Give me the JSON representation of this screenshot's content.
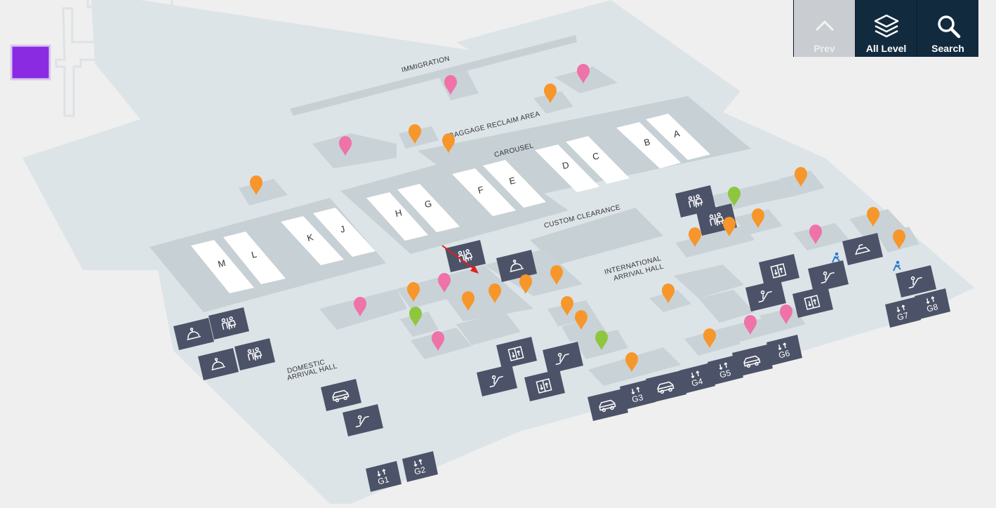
{
  "toolbar": {
    "prev_label": "Prev",
    "all_level_label": "All Level",
    "search_label": "Search",
    "prev_icon": "chevron-up-icon",
    "all_level_icon": "layers-icon",
    "search_icon": "search-icon"
  },
  "map": {
    "area_labels": {
      "immigration": "IMMIGRATION",
      "baggage_reclaim": "BAGGAGE RECLAIM AREA",
      "carousel": "CAROUSEL",
      "custom_clearance": "CUSTOM CLEARANCE",
      "international_arrival_line1": "INTERNATIONAL",
      "international_arrival_line2": "ARRIVAL HALL",
      "domestic_arrival_line1": "DOMESTIC",
      "domestic_arrival_line2": "ARRIVAL HALL"
    },
    "carousels": [
      "M",
      "L",
      "K",
      "J",
      "H",
      "G",
      "F",
      "E",
      "D",
      "C",
      "B",
      "A"
    ],
    "gates": [
      "G1",
      "G2",
      "G3",
      "G4",
      "G5",
      "G6",
      "G7",
      "G8"
    ],
    "marker_colors": {
      "orange": "#f7962b",
      "pink": "#ef72a8",
      "green": "#8fc63f"
    },
    "level_indicator_color": "#8a2be2"
  }
}
